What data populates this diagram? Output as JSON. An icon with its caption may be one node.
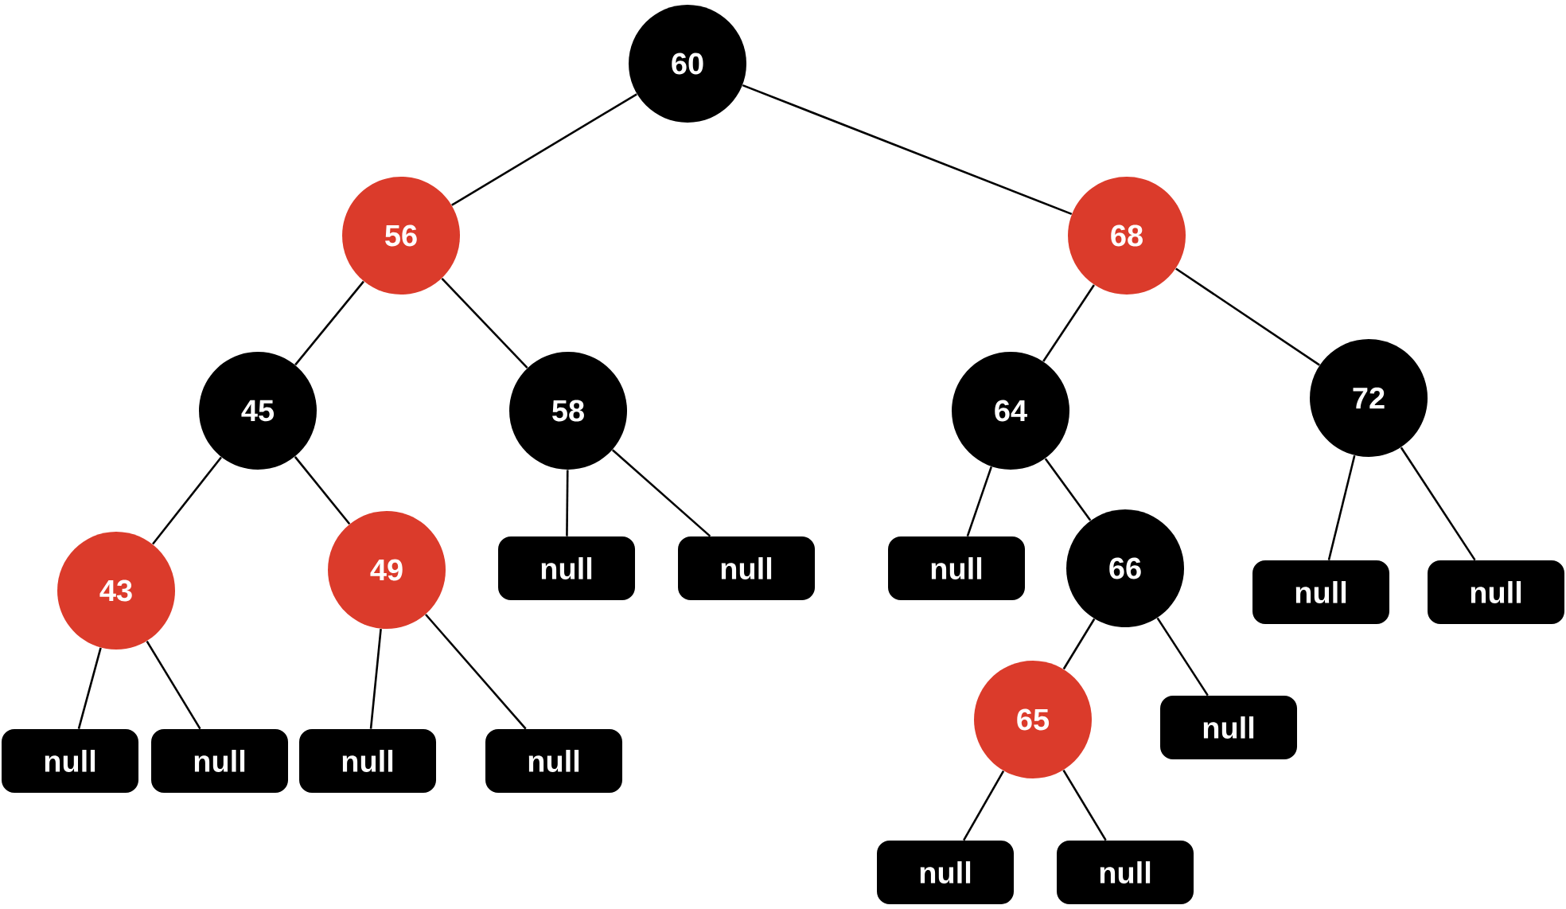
{
  "diagram": {
    "nodes": [
      {
        "text": [
          "60"
        ]
      },
      {
        "text": [
          "56"
        ]
      },
      {
        "text": [
          "68"
        ]
      },
      {
        "text": [
          "45"
        ]
      },
      {
        "text": [
          "58"
        ]
      },
      {
        "text": [
          "64"
        ]
      },
      {
        "text": [
          "72"
        ]
      },
      {
        "text": [
          "43"
        ]
      },
      {
        "text": [
          "49"
        ]
      },
      {
        "text": [
          "null"
        ]
      },
      {
        "text": [
          "null"
        ]
      },
      {
        "text": [
          "null"
        ]
      },
      {
        "text": [
          "66"
        ]
      },
      {
        "text": [
          "null"
        ]
      },
      {
        "text": [
          "null"
        ]
      },
      {
        "text": [
          "null"
        ]
      },
      {
        "text": [
          "null"
        ]
      },
      {
        "text": [
          "null"
        ]
      },
      {
        "text": [
          "null"
        ]
      },
      {
        "text": [
          "65"
        ]
      },
      {
        "text": [
          "null"
        ]
      },
      {
        "text": [
          "null"
        ]
      },
      {
        "text": [
          "null"
        ]
      }
    ],
    "edges": [
      {
        "from": 0,
        "to": 1,
        "arrow": "none"
      },
      {
        "from": 0,
        "to": 2,
        "arrow": "none"
      },
      {
        "from": 1,
        "to": 3,
        "arrow": "none"
      },
      {
        "from": 1,
        "to": 4,
        "arrow": "none"
      },
      {
        "from": 2,
        "to": 5,
        "arrow": "none"
      },
      {
        "from": 2,
        "to": 6,
        "arrow": "none"
      },
      {
        "from": 3,
        "to": 7,
        "arrow": "none"
      },
      {
        "from": 3,
        "to": 8,
        "arrow": "none"
      },
      {
        "from": 4,
        "to": 9,
        "arrow": "none"
      },
      {
        "from": 4,
        "to": 10,
        "arrow": "none"
      },
      {
        "from": 5,
        "to": 11,
        "arrow": "none"
      },
      {
        "from": 5,
        "to": 12,
        "arrow": "none"
      },
      {
        "from": 6,
        "to": 13,
        "arrow": "none"
      },
      {
        "from": 6,
        "to": 14,
        "arrow": "none"
      },
      {
        "from": 7,
        "to": 15,
        "arrow": "none"
      },
      {
        "from": 7,
        "to": 16,
        "arrow": "none"
      },
      {
        "from": 8,
        "to": 17,
        "arrow": "none"
      },
      {
        "from": 8,
        "to": 18,
        "arrow": "none"
      },
      {
        "from": 12,
        "to": 19,
        "arrow": "none"
      },
      {
        "from": 12,
        "to": 20,
        "arrow": "none"
      },
      {
        "from": 19,
        "to": 21,
        "arrow": "none"
      },
      {
        "from": 19,
        "to": 22,
        "arrow": "none"
      }
    ]
  }
}
